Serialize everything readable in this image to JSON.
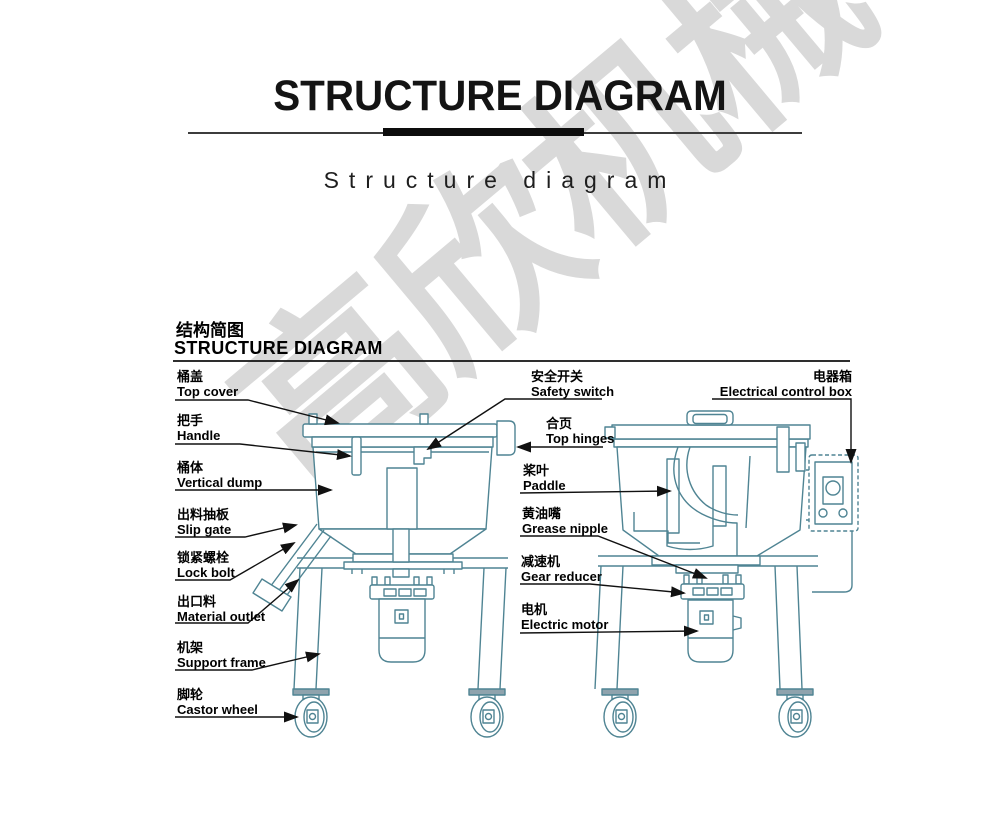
{
  "page": {
    "title": "STRUCTURE DIAGRAM",
    "subtitle": "Structure diagram",
    "watermark": "高欣机械"
  },
  "section": {
    "heading_zh": "结构简图",
    "heading_en": "STRUCTURE DIAGRAM"
  },
  "labels": {
    "top_cover": {
      "zh": "桶盖",
      "en": "Top cover"
    },
    "handle": {
      "zh": "把手",
      "en": "Handle"
    },
    "vertical_dump": {
      "zh": "桶体",
      "en": "Vertical dump"
    },
    "slip_gate": {
      "zh": "出料抽板",
      "en": "Slip gate"
    },
    "lock_bolt": {
      "zh": "锁紧螺栓",
      "en": "Lock bolt"
    },
    "material_outlet": {
      "zh": "出口料",
      "en": "Material outlet"
    },
    "support_frame": {
      "zh": "机架",
      "en": "Support frame"
    },
    "castor_wheel": {
      "zh": "脚轮",
      "en": "Castor wheel"
    },
    "safety_switch": {
      "zh": "安全开关",
      "en": "Safety switch"
    },
    "top_hinges": {
      "zh": "合页",
      "en": "Top hinges"
    },
    "paddle": {
      "zh": "桨叶",
      "en": "Paddle"
    },
    "grease_nipple": {
      "zh": "黄油嘴",
      "en": "Grease nipple"
    },
    "gear_reducer": {
      "zh": "减速机",
      "en": "Gear reducer"
    },
    "electric_motor": {
      "zh": "电机",
      "en": "Electric motor"
    },
    "electrical_control_box": {
      "zh": "电器箱",
      "en": "Electrical control box"
    }
  },
  "colors": {
    "machine_line": "#4f8493",
    "machine_gray_fill": "#8fa3ad",
    "leader_line": "#111111",
    "watermark": "#d9d9d9",
    "accent_bar": "#0d0d0d"
  }
}
